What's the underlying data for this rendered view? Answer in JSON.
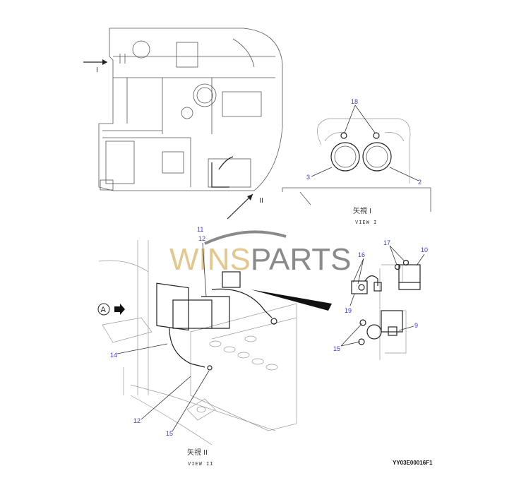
{
  "diagram": {
    "drawing_code": "YY03E00016F1",
    "watermark": {
      "part1": "WINS",
      "part2": "PARTS",
      "color1": "#e2c88e",
      "color2": "#8a8a8a"
    },
    "top_view": {
      "arrow_I_label": "I",
      "arrow_II_label": "II"
    },
    "view_I": {
      "title_jp": "矢視 I",
      "title_en": "VIEW I",
      "callouts": [
        "18",
        "3",
        "2"
      ]
    },
    "view_II": {
      "title_jp": "矢視 II",
      "title_en": "VIEW II",
      "callouts": [
        "11",
        "12",
        "14",
        "12",
        "15"
      ],
      "detail_marker": "A"
    },
    "detail": {
      "callouts": [
        "16",
        "17",
        "10",
        "19",
        "9",
        "15"
      ]
    },
    "label_color": "#3a3ad8"
  }
}
